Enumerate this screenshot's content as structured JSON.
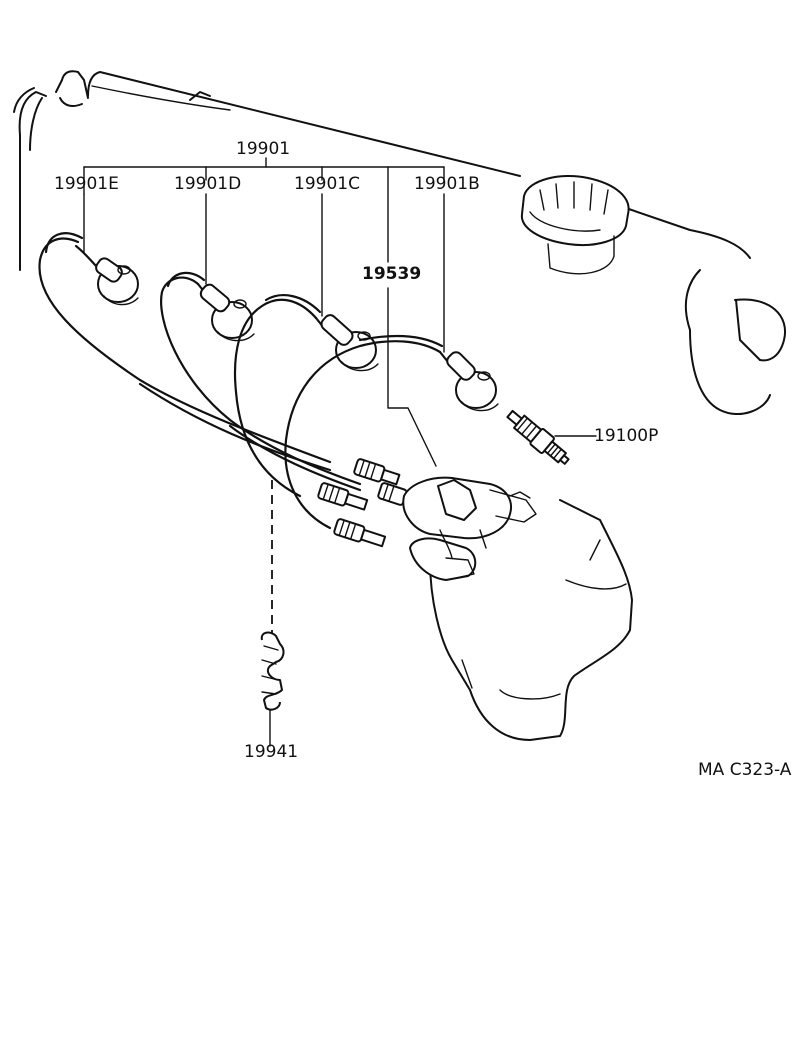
{
  "diagram": {
    "labels": {
      "wire_set": "19901",
      "wire_e": "19901E",
      "wire_d": "19901D",
      "wire_c": "19901C",
      "wire_b": "19901B",
      "clamp_group": "19539",
      "spark_plug": "19100P",
      "clamp": "19941",
      "diagram_code": "MA  C323-A"
    }
  }
}
